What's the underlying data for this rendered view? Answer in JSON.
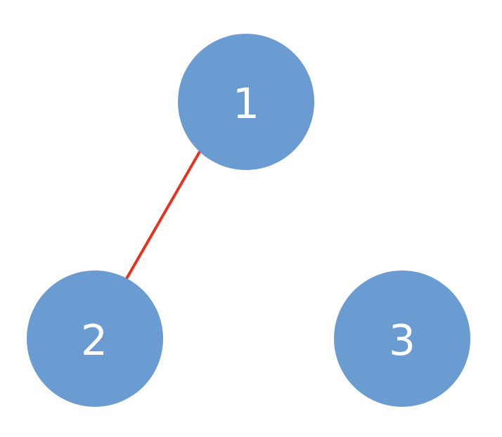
{
  "colors": {
    "node_fill": "#6a9bd1",
    "edge_stroke": "#e8321e",
    "label": "#ffffff",
    "background": "#ffffff"
  },
  "nodes": [
    {
      "id": "1",
      "label": "1"
    },
    {
      "id": "2",
      "label": "2"
    },
    {
      "id": "3",
      "label": "3"
    }
  ],
  "edges": [
    {
      "from": "1",
      "to": "2"
    }
  ]
}
